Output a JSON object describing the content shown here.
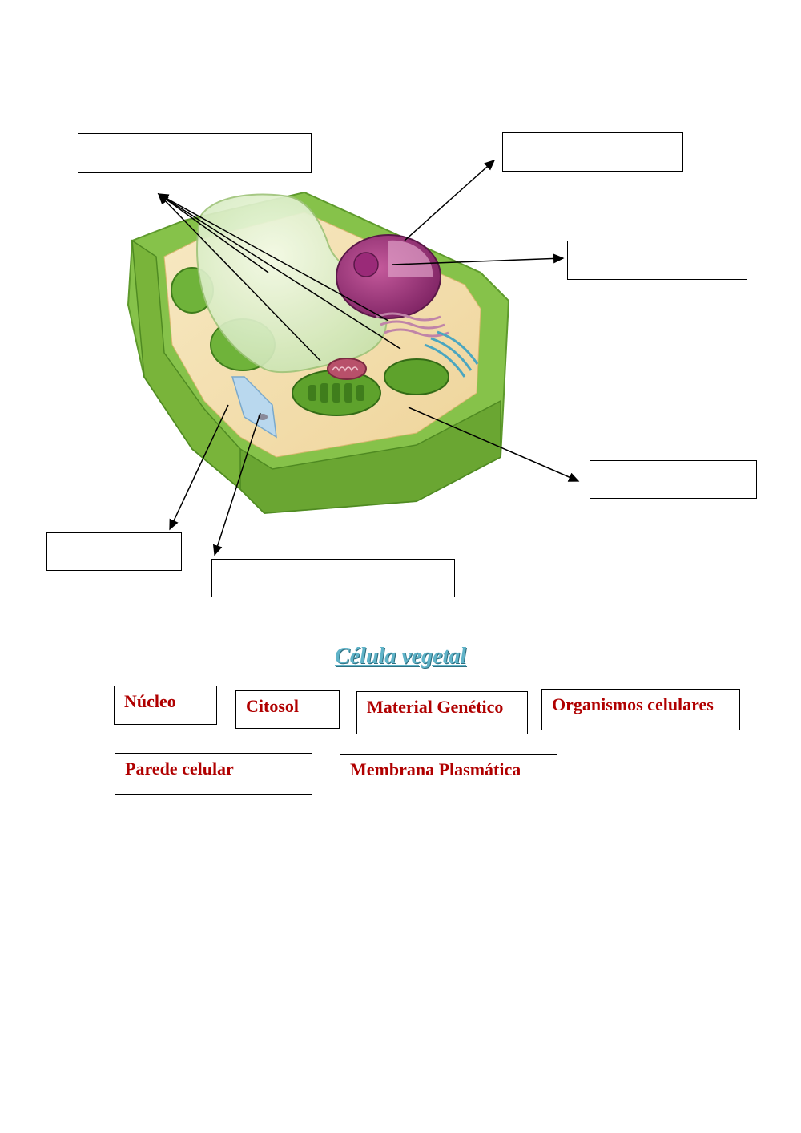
{
  "title": "Célula vegetal",
  "answer_slots": [
    "",
    "",
    "",
    "",
    "",
    "",
    ""
  ],
  "word_bank": [
    "Núcleo",
    "Citosol",
    "Material Genético",
    "Organismos celulares",
    "Parede celular",
    "Membrana Plasmática"
  ],
  "colors": {
    "cell_wall": "#8dc63f",
    "label_text": "#b00000",
    "title": "#5fb3c8"
  }
}
